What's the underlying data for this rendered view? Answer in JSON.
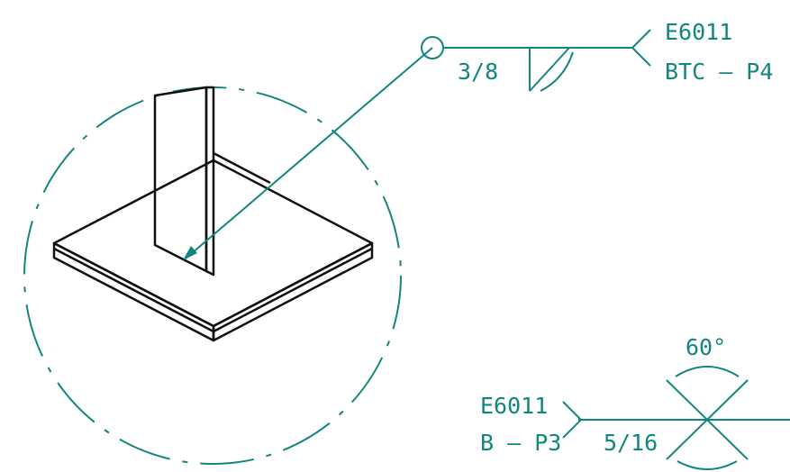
{
  "colors": {
    "annotation": "#13857f",
    "part_outline": "#111111",
    "background": "#ffffff"
  },
  "weld_symbol_top": {
    "electrode": "E6011",
    "process": "BTC – P4",
    "size": "3/8",
    "symbol": "fillet",
    "weld_all_around": true
  },
  "weld_symbol_bottom": {
    "electrode": "E6011",
    "process": "B – P3",
    "size": "5/16",
    "groove_angle": "60°",
    "symbol": "double-v-groove"
  }
}
